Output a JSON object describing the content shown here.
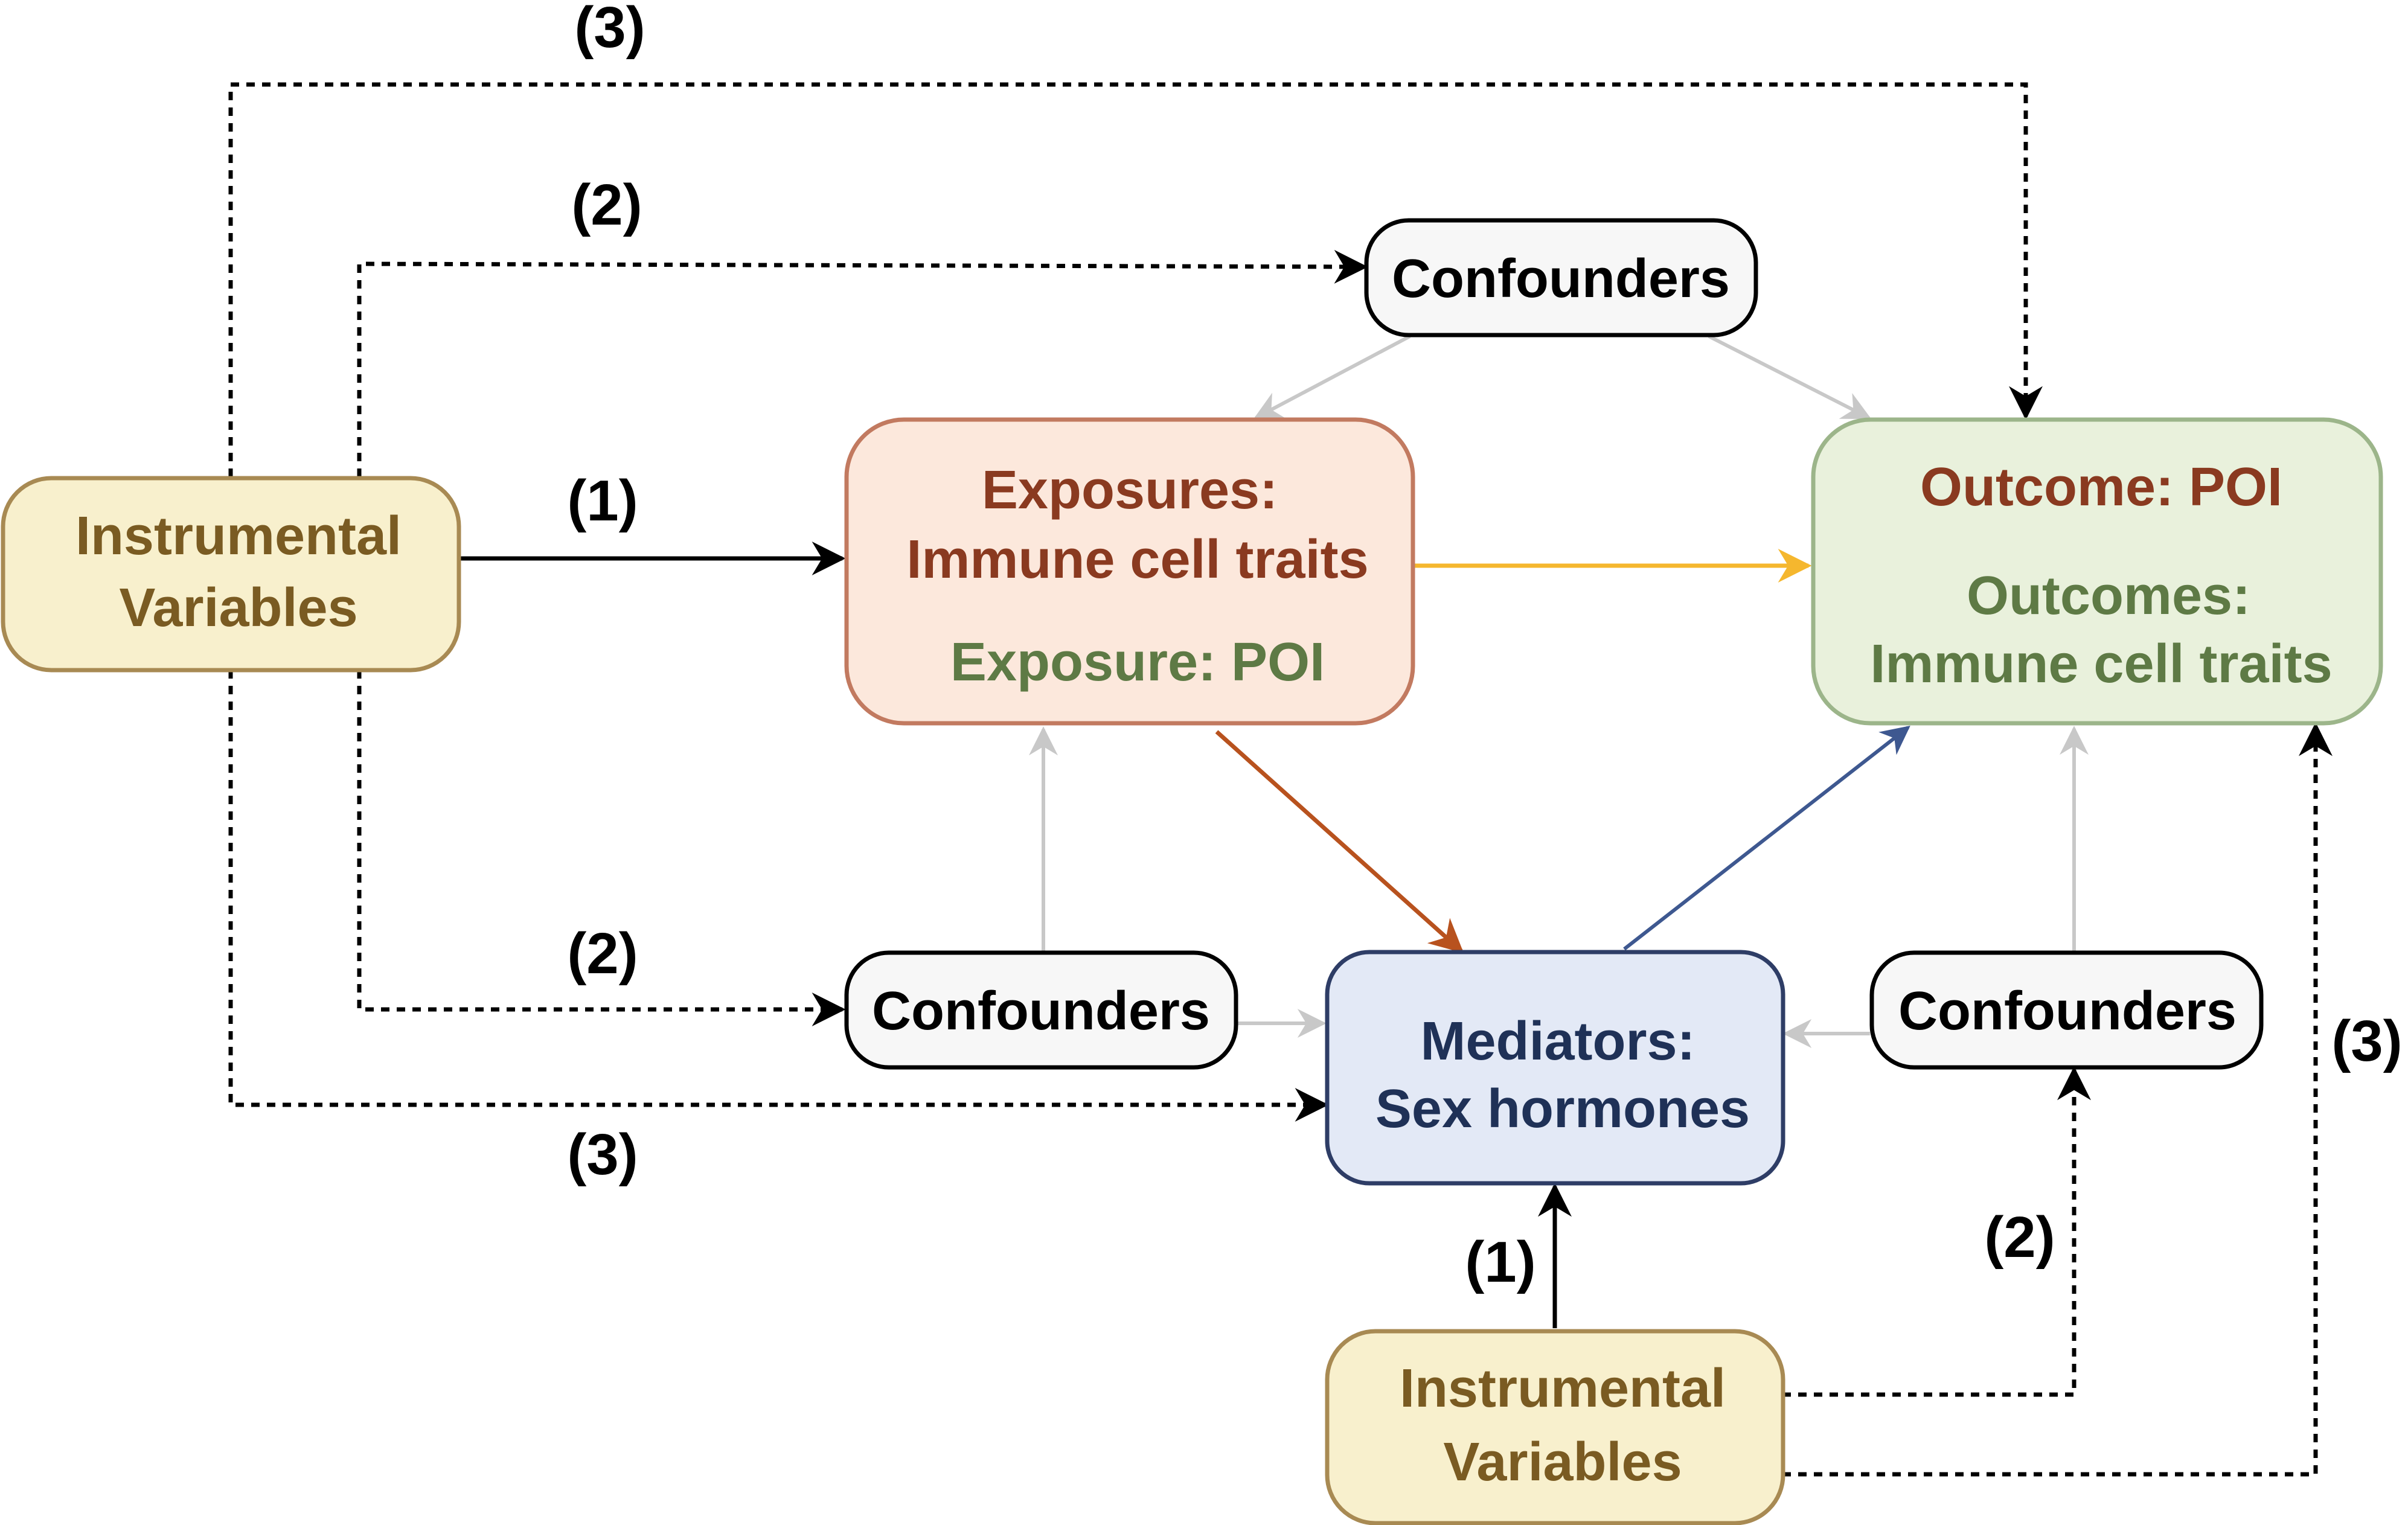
{
  "colors": {
    "iv_fill": "#f8f0cd",
    "iv_stroke": "#a88a53",
    "iv_text": "#7a5b22",
    "exposure_fill": "#fce8dc",
    "exposure_stroke": "#c27a60",
    "exposure_text": "#8a3a20",
    "outcome_fill": "#e9f1dc",
    "outcome_stroke": "#9cb58a",
    "outcome_green_text": "#5e7a45",
    "mediator_fill": "#e3e9f6",
    "mediator_stroke": "#2e3d66",
    "mediator_text": "#1f3157",
    "confounder_fill": "#f7f7f7",
    "confounder_stroke": "#000000",
    "arrow_black": "#000000",
    "arrow_gray": "#c8c8c8",
    "arrow_orange": "#b8521e",
    "arrow_yellow": "#f5b72e",
    "arrow_blue": "#3e5890"
  },
  "nodes": {
    "iv_left": {
      "line1": "Instrumental",
      "line2": "Variables"
    },
    "iv_bottom": {
      "line1": "Instrumental",
      "line2": "Variables"
    },
    "exposures": {
      "line1": "Exposures:",
      "line2": "Immune cell traits",
      "line3": "Exposure: POI"
    },
    "outcome": {
      "line1": "Outcome: POI",
      "line2": "Outcomes:",
      "line3": "Immune cell traits"
    },
    "mediators": {
      "line1": "Mediators:",
      "line2": "Sex hormones"
    },
    "confounders_top": {
      "label": "Confounders"
    },
    "confounders_left": {
      "label": "Confounders"
    },
    "confounders_right": {
      "label": "Confounders"
    }
  },
  "step_labels": {
    "top_3": "(3)",
    "top_2": "(2)",
    "left_1": "(1)",
    "left_2": "(2)",
    "left_3": "(3)",
    "bottom_1": "(1)",
    "right_2": "(2)",
    "right_3": "(3)"
  }
}
